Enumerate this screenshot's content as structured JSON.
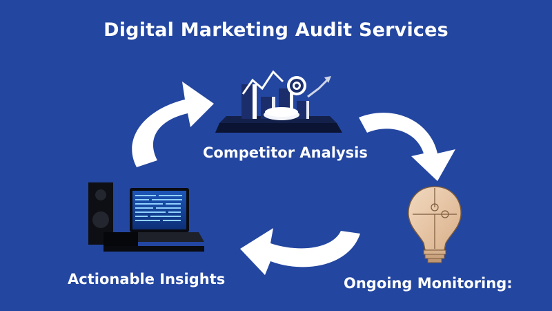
{
  "title": "Digital Marketing Audit Services",
  "nodes": [
    {
      "id": "competitor-analysis",
      "label": "Competitor Analysis",
      "icon": "bar-chart-target-icon"
    },
    {
      "id": "ongoing-monitoring",
      "label": "Ongoing Monitoring:",
      "icon": "puzzle-lightbulb-icon"
    },
    {
      "id": "actionable-insights",
      "label": "Actionable Insights",
      "icon": "laptop-speaker-icon"
    }
  ],
  "colors": {
    "background": "#2346a0",
    "text": "#ffffff",
    "arrow": "#ffffff"
  }
}
